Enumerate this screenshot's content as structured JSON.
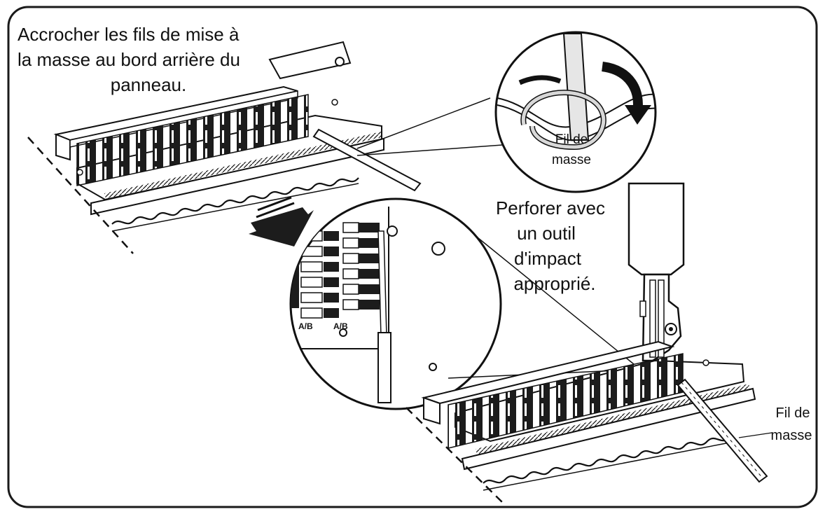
{
  "labels": {
    "instruction_top_line1": "Accrocher les fils de mise à",
    "instruction_top_line2": "la masse au bord arrière du",
    "instruction_top_line3": "panneau.",
    "inset_label_line1": "Fil de",
    "inset_label_line2": "masse",
    "instruction_punch_line1": "Perforer avec",
    "instruction_punch_line2": "un outil",
    "instruction_punch_line3": "d'impact",
    "instruction_punch_line4": "approprié.",
    "ground_label_line1": "Fil de",
    "ground_label_line2": "masse",
    "module_label_left": "A/B",
    "module_label_right": "A/B"
  },
  "colors": {
    "ink": "#111111",
    "frame": "#1a1a1a",
    "block": "#1c1c1c",
    "paper": "#ffffff",
    "gray": "#b0b0b0"
  }
}
